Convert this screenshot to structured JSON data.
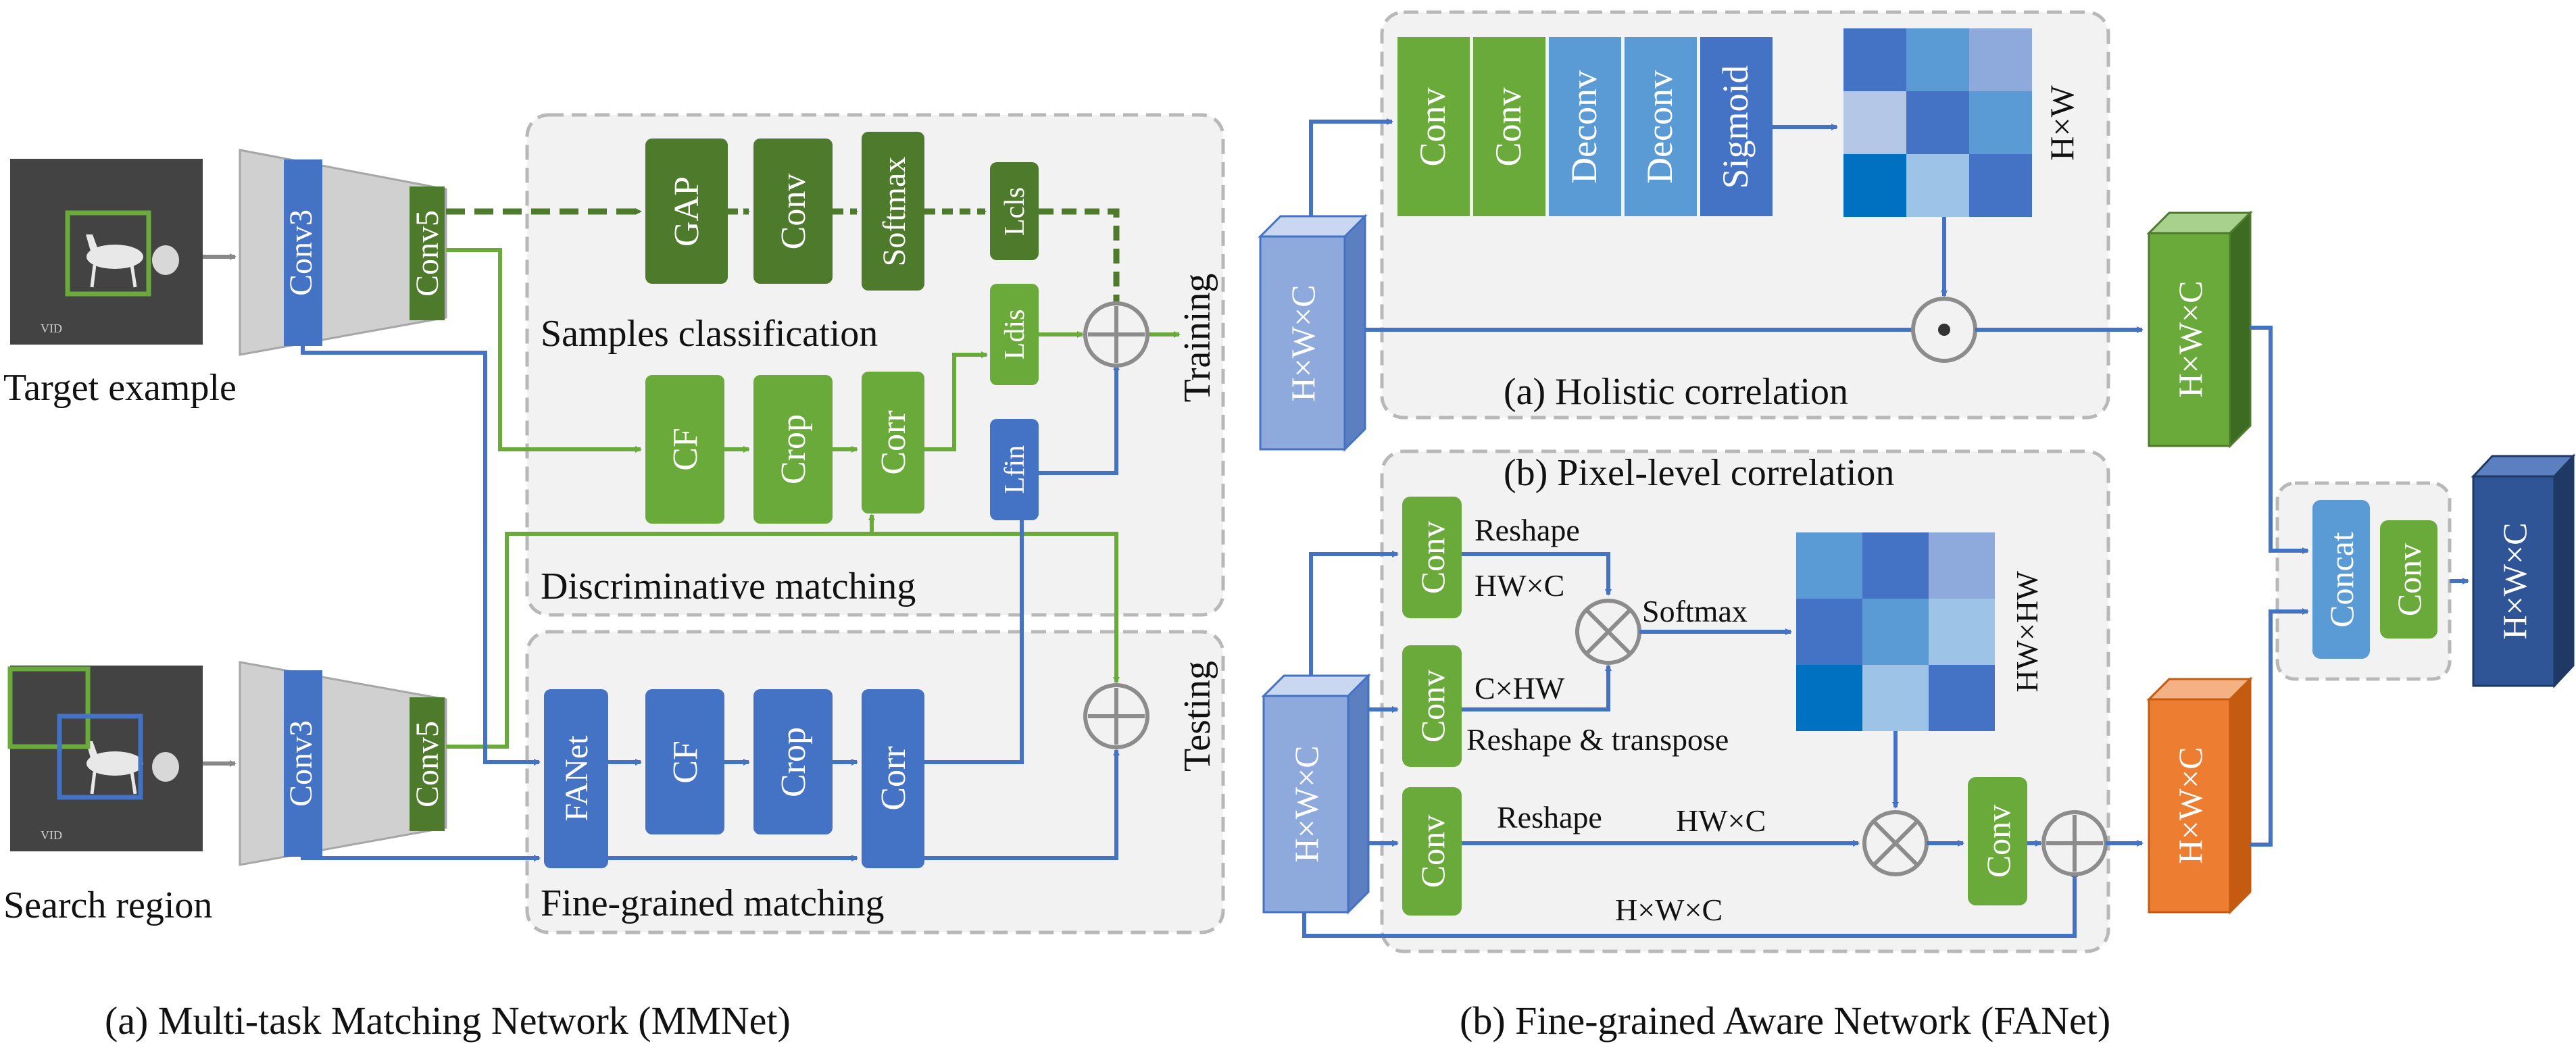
{
  "captions": {
    "a": "(a) Multi-task Matching Network (MMNet)",
    "b": "(b) Fine-grained Aware Network (FANet)"
  },
  "mmnet": {
    "target_example": "Target example",
    "search_region": "Search region",
    "thumb_tag": "VID",
    "conv3": "Conv3",
    "conv5": "Conv5",
    "gap": "GAP",
    "conv": "Conv",
    "softmax": "Softmax",
    "lcls": "Lcls",
    "ldis": "Ldis",
    "lfin": "Lfin",
    "cf": "CF",
    "crop": "Crop",
    "corr": "Corr",
    "fanet": "FANet",
    "samples_classification": "Samples classification",
    "discriminative_matching": "Discriminative matching",
    "fine_grained_matching": "Fine-grained matching",
    "training": "Training",
    "testing": "Testing",
    "plus": "⊕"
  },
  "fanet": {
    "hwc": "H×W×C",
    "holistic_title": "(a) Holistic correlation",
    "pixel_title": "(b) Pixel-level correlation",
    "conv": "Conv",
    "deconv": "Deconv",
    "sigmoid": "Sigmoid",
    "hxw": "H×W",
    "reshape": "Reshape",
    "hw_c": "HW×C",
    "c_hw": "C×HW",
    "softmax": "Softmax",
    "reshape_transpose": "Reshape & transpose",
    "hw_hw": "HW×HW",
    "concat": "Concat",
    "odot": "⊙",
    "otimes": "⊗",
    "oplus": "⊕"
  },
  "colors": {
    "green": "#6aaa3a",
    "dark_green": "#4e7a2c",
    "blue": "#4472c4",
    "light_blue": "#5b9bd5",
    "dark_blue": "#2f5597",
    "orange": "#ed7d31",
    "panel_bg": "#f2f2f2",
    "dash": "#b8b8b8"
  }
}
